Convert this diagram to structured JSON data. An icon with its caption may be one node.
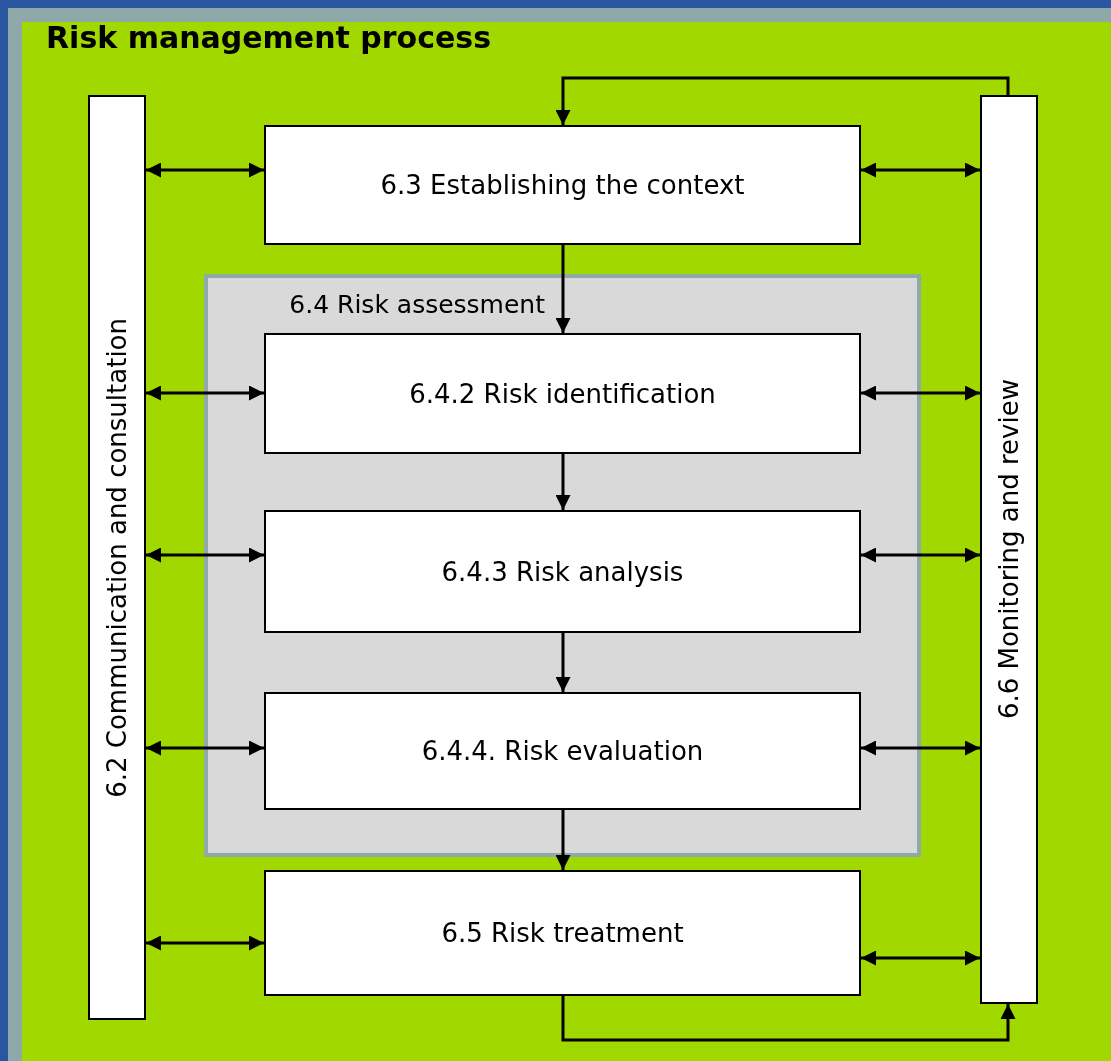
{
  "diagram": {
    "title": "Risk management process",
    "nodes": [
      {
        "text": [
          "6.2 Communication and consultation"
        ]
      },
      {
        "text": [
          "6.3 Establishing the context"
        ]
      },
      {
        "text": [
          "6.4 Risk assessment"
        ]
      },
      {
        "text": [
          "6.4.2 Risk identification"
        ],
        "in": 2
      },
      {
        "text": [
          "6.4.3 Risk analysis"
        ],
        "in": 2
      },
      {
        "text": [
          "6.4.4. Risk evaluation"
        ],
        "in": 2
      },
      {
        "text": [
          "6.5 Risk treatment"
        ]
      },
      {
        "text": [
          "6.6 Monitoring and review"
        ]
      }
    ],
    "edges": [
      {
        "from": 1,
        "to": 3,
        "arrow": "to"
      },
      {
        "from": 3,
        "to": 4,
        "arrow": "to"
      },
      {
        "from": 4,
        "to": 5,
        "arrow": "to"
      },
      {
        "from": 5,
        "to": 6,
        "arrow": "to"
      },
      {
        "from": 6,
        "to": 7,
        "arrow": "to"
      },
      {
        "from": 7,
        "to": 1,
        "arrow": "to"
      },
      {
        "from": 0,
        "to": 1,
        "arrow": "both"
      },
      {
        "from": 0,
        "to": 3,
        "arrow": "both"
      },
      {
        "from": 0,
        "to": 4,
        "arrow": "both"
      },
      {
        "from": 0,
        "to": 5,
        "arrow": "both"
      },
      {
        "from": 0,
        "to": 6,
        "arrow": "both"
      },
      {
        "from": 1,
        "to": 7,
        "arrow": "both"
      },
      {
        "from": 3,
        "to": 7,
        "arrow": "both"
      },
      {
        "from": 4,
        "to": 7,
        "arrow": "both"
      },
      {
        "from": 5,
        "to": 7,
        "arrow": "both"
      },
      {
        "from": 6,
        "to": 7,
        "arrow": "both"
      }
    ]
  }
}
